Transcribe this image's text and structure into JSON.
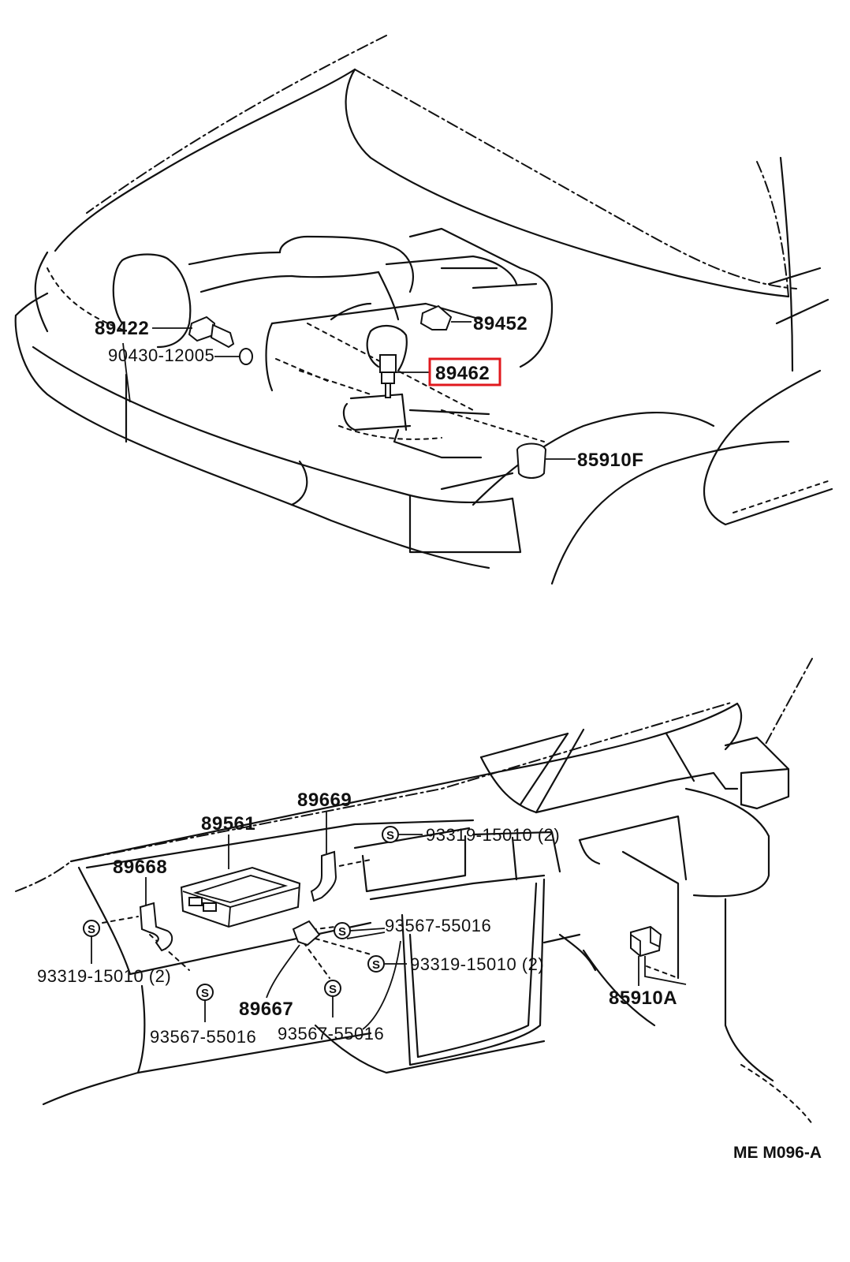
{
  "diagram": {
    "code": "ME M096-A",
    "highlight_color": "#e0191e",
    "symbol": "S",
    "engine_bay": {
      "labels": {
        "p89422": "89422",
        "p90430": "90430-12005",
        "p89452": "89452",
        "p89462": "89462",
        "p85910f": "85910F"
      }
    },
    "dashboard": {
      "labels": {
        "p89669": "89669",
        "p89561": "89561",
        "p89668": "89668",
        "p93319_top": "93319-15010 (2)",
        "p93567_mid": "93567-55016",
        "p93319_mid": "93319-15010 (2)",
        "p93319_left": "93319-15010 (2)",
        "p89667": "89667",
        "p93567_left": "93567-55016",
        "p93567_right": "93567-55016",
        "p85910a": "85910A"
      }
    }
  }
}
